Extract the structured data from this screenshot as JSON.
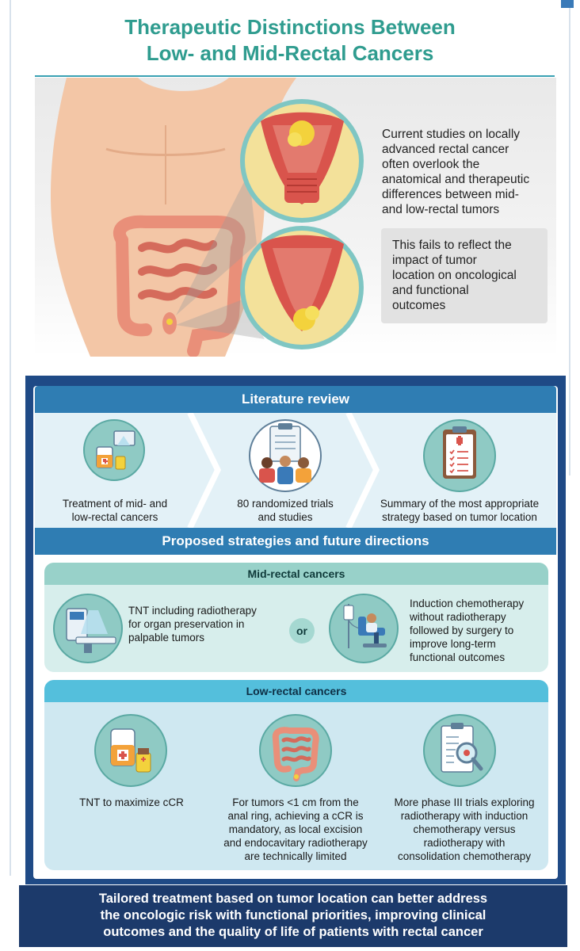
{
  "title": {
    "line1": "Therapeutic Distinctions Between",
    "line2": "Low- and Mid-Rectal Cancers"
  },
  "intro": {
    "text_lines": [
      "Current studies on locally",
      "advanced rectal cancer",
      "often overlook the",
      "anatomical and therapeutic",
      "differences between mid-",
      "and low-rectal tumors"
    ],
    "box_lines": [
      "This fails to reflect the",
      "impact of tumor",
      "location on oncological",
      "and functional",
      "outcomes"
    ]
  },
  "literature_review": {
    "header": "Literature review",
    "steps": [
      {
        "line1": "Treatment of mid- and",
        "line2": "low-rectal cancers",
        "icon": "iv-drip-radiotherapy-icon"
      },
      {
        "line1": "80 randomized trials",
        "line2": "and studies",
        "icon": "clipboard-people-icon"
      },
      {
        "line1": "Summary of the most appropriate",
        "line2": "strategy based on tumor location",
        "icon": "checklist-clipboard-icon"
      }
    ]
  },
  "strategies": {
    "header": "Proposed strategies and future directions",
    "mid": {
      "header": "Mid-rectal cancers",
      "left_lines": [
        "TNT including radiotherapy",
        "for organ preservation in",
        "palpable tumors"
      ],
      "or_label": "or",
      "right_lines": [
        "Induction chemotherapy",
        "without radiotherapy",
        "followed by surgery to",
        "improve long-term",
        "functional outcomes"
      ]
    },
    "low": {
      "header": "Low-rectal cancers",
      "col1_lines": [
        "TNT to maximize cCR"
      ],
      "col2_lines": [
        "For tumors <1 cm from the",
        "anal ring, achieving a cCR is",
        "mandatory, as local excision",
        "and endocavitary radiotherapy",
        "are technically limited"
      ],
      "col3_lines": [
        "More phase III trials exploring",
        "radiotherapy with induction",
        "chemotherapy versus",
        "radiotherapy with",
        "consolidation chemotherapy"
      ]
    }
  },
  "footer": {
    "lines": [
      "Tailored treatment based on tumor location can better address",
      "the oncologic risk with functional priorities, improving clinical",
      "outcomes and the quality of life of patients with rectal cancer"
    ]
  },
  "colors": {
    "title": "#2f9c8f",
    "header_blue": "#2f7db3",
    "frame_navy": "#1f4a86",
    "mid_teal": "#98d1c9",
    "low_cyan": "#54bfdc",
    "tumor_yellow": "#f3d23c",
    "tissue_red": "#d9544c"
  }
}
